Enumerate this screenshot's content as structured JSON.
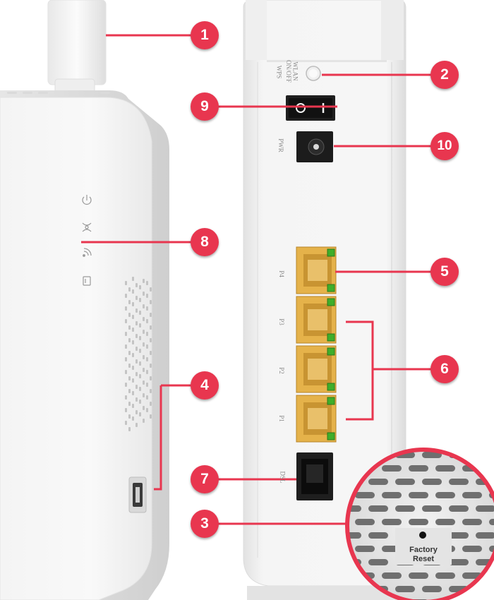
{
  "callouts": {
    "c1": "1",
    "c2": "2",
    "c3": "3",
    "c4": "4",
    "c5": "5",
    "c6": "6",
    "c7": "7",
    "c8": "8",
    "c9": "9",
    "c10": "10"
  },
  "port_labels": {
    "wlan": "WLAN",
    "on_off": "ON/OFF",
    "wps": "WPS",
    "pwr": "PWR",
    "p4": "P4",
    "p3": "P3",
    "p2": "P2",
    "p1": "P1",
    "dsl": "DSL"
  },
  "reset": {
    "line1": "Factory",
    "line2": "Reset"
  },
  "colors": {
    "callout": "#e8364f",
    "leader": "#e8364f",
    "lan_port": "#e5b24a",
    "led": "#3fae2a",
    "body": "#f7f7f7"
  },
  "icons": [
    "power-icon",
    "internet-icon",
    "wifi-icon",
    "phone-icon"
  ]
}
